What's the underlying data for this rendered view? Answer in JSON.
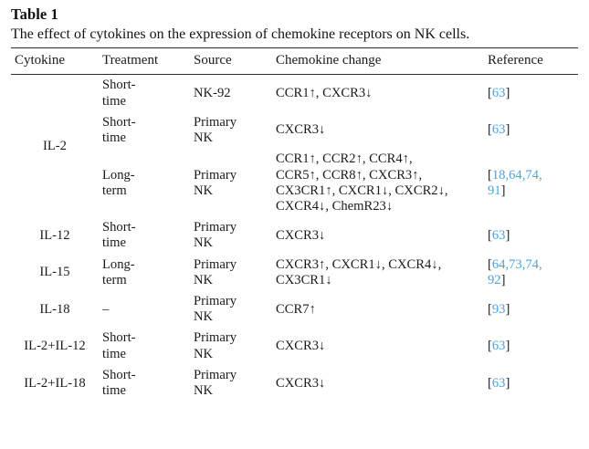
{
  "table": {
    "label": "Table 1",
    "caption": "The effect of cytokines on the expression of chemokine receptors on NK cells.",
    "columns": [
      "Cytokine",
      "Treatment",
      "Source",
      "Chemokine change",
      "Reference"
    ],
    "rows": [
      {
        "cytokine": "IL-2",
        "cytokine_rowspan": 3,
        "treatment": "Short-time",
        "source": "NK-92",
        "change": "CCR1↑, CXCR3↓",
        "reference": "[63]",
        "reference_numbers": "63"
      },
      {
        "cytokine": "",
        "cytokine_rowspan": 0,
        "treatment": "Short-time",
        "source": "Primary NK",
        "change": "CXCR3↓",
        "reference": "[63]",
        "reference_numbers": "63"
      },
      {
        "cytokine": "",
        "cytokine_rowspan": 0,
        "treatment": "Long-term",
        "source": "Primary NK",
        "change": "CCR1↑, CCR2↑, CCR4↑,\nCCR5↑, CCR8↑, CXCR3↑,\nCX3CR1↑, CXCR1↓, CXCR2↓,\nCXCR4↓, ChemR23↓",
        "reference": "[18,64,74,\n91]",
        "reference_numbers": "18,64,74,91"
      },
      {
        "cytokine": "IL-12",
        "cytokine_rowspan": 1,
        "treatment": "Short-time",
        "source": "Primary NK",
        "change": "CXCR3↓",
        "reference": "[63]",
        "reference_numbers": "63"
      },
      {
        "cytokine": "IL-15",
        "cytokine_rowspan": 1,
        "treatment": "Long-term",
        "source": "Primary NK",
        "change": "CXCR3↑, CXCR1↓, CXCR4↓,\nCX3CR1↓",
        "reference": "[64,73,74,\n92]",
        "reference_numbers": "64,73,74,92"
      },
      {
        "cytokine": "IL-18",
        "cytokine_rowspan": 1,
        "treatment": "–",
        "source": "Primary NK",
        "change": "CCR7↑",
        "reference": "[93]",
        "reference_numbers": "93"
      },
      {
        "cytokine": "IL-2+IL-12",
        "cytokine_rowspan": 1,
        "treatment": "Short-time",
        "source": "Primary NK",
        "change": "CXCR3↓",
        "reference": "[63]",
        "reference_numbers": "63"
      },
      {
        "cytokine": "IL-2+IL-18",
        "cytokine_rowspan": 1,
        "treatment": "Short-time",
        "source": "Primary NK",
        "change": "CXCR3↓",
        "reference": "[63]",
        "reference_numbers": "63"
      }
    ]
  },
  "colors": {
    "reference_link": "#4ba3e3",
    "rule": "#2a2a2a",
    "text": "#1a1a1a",
    "background": "#ffffff"
  }
}
